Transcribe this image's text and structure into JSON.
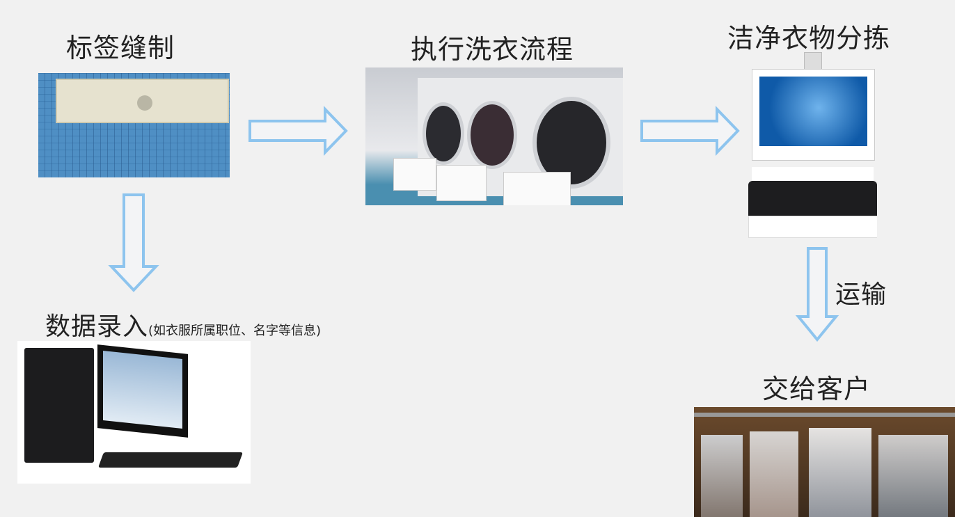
{
  "steps": {
    "label_sewing": "标签缝制",
    "washing": "执行洗衣流程",
    "sorting": "洁净衣物分拣",
    "data_entry": "数据录入",
    "data_entry_note": "(如衣服所属职位、名字等信息)",
    "transport": "运输",
    "delivery": "交给客户"
  },
  "colors": {
    "arrow": "#8dc4ee",
    "background": "#f1f1f1"
  }
}
